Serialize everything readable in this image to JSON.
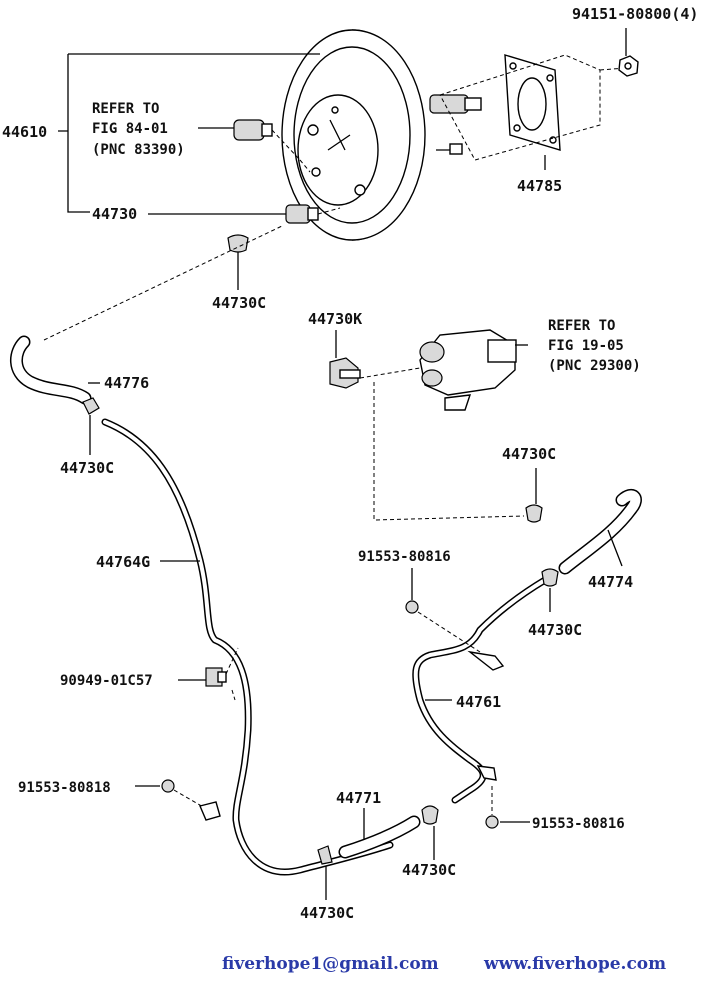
{
  "labels": {
    "p94151": "94151-80800(4)",
    "p44610": "44610",
    "p44785": "44785",
    "p44730": "44730",
    "p44730C_top": "44730C",
    "p44730K": "44730K",
    "p44776": "44776",
    "p44730C_left": "44730C",
    "p44764G": "44764G",
    "p44730C_right": "44730C",
    "p91553_a": "91553-80816",
    "p44774": "44774",
    "p44730C_mid": "44730C",
    "p90949": "90949-01C57",
    "p44761": "44761",
    "p91553_b": "91553-80818",
    "p44771": "44771",
    "p91553_c": "91553-80816",
    "p44730C_bot": "44730C",
    "p44730C_bot2": "44730C"
  },
  "refs": {
    "ref1": [
      "REFER TO",
      "FIG 84-01",
      "(PNC 83390)"
    ],
    "ref2": [
      "REFER TO",
      "FIG 19-05",
      "(PNC 29300)"
    ]
  },
  "footer": {
    "email": "fiverhope1@gmail.com",
    "website": "www.fiverhope.com"
  },
  "colors": {
    "footer_text": "#2a3aa8",
    "line": "#000000"
  }
}
